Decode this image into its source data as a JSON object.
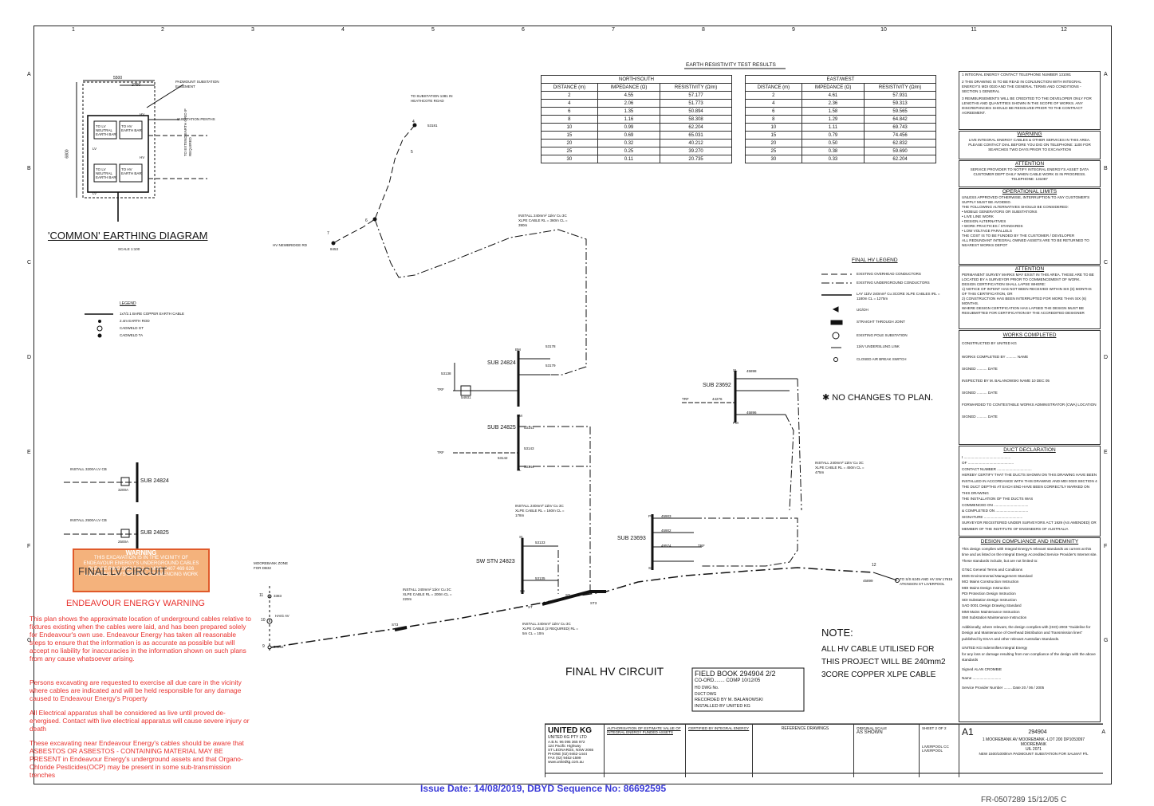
{
  "sheet": {
    "col_numbers": [
      "1",
      "2",
      "3",
      "4",
      "5",
      "6",
      "7",
      "8",
      "9",
      "10",
      "11",
      "12"
    ],
    "row_letters": [
      "A",
      "B",
      "C",
      "D",
      "E",
      "F",
      "G"
    ]
  },
  "earthing": {
    "title": "'COMMON' EARTHING DIAGRAM",
    "scale": "SCALE 1:100",
    "dim_top": "5500",
    "dim_mid": "2750",
    "dim_side": "6800",
    "padmount_label": "PADMOUNT SUBSTATION EASEMENT",
    "penths_label": "SUBSTATION PENTHS",
    "ext_label": "TO EXTEND EARTH GRID IF REQUIRED",
    "hv": "HV",
    "lv": "LV",
    "box_lv": "TO LV NEUTRAL EARTH BAR",
    "box_hv": "TO HV EARTH BAR"
  },
  "legend": {
    "title": "LEGEND",
    "items": [
      "1x7/2.1 BARE COPPER EARTH CABLE",
      "2.4m EARTH ROD",
      "CADWELD GT",
      "CADWELD TA"
    ]
  },
  "resistivity": {
    "title": "EARTH RESISTIVITY TEST RESULTS",
    "ns": {
      "heading": "NORTH/SOUTH",
      "cols": [
        "DISTANCE (m)",
        "IMPEDANCE (Ω)",
        "RESISTIVITY (Ω/m)"
      ],
      "rows": [
        [
          "2",
          "4.55",
          "57.177"
        ],
        [
          "4",
          "2.06",
          "51.773"
        ],
        [
          "6",
          "1.35",
          "50.894"
        ],
        [
          "8",
          "1.16",
          "58.308"
        ],
        [
          "10",
          "0.99",
          "62.204"
        ],
        [
          "15",
          "0.69",
          "65.031"
        ],
        [
          "20",
          "0.32",
          "40.212"
        ],
        [
          "25",
          "0.25",
          "39.270"
        ],
        [
          "30",
          "0.11",
          "20.735"
        ]
      ]
    },
    "ew": {
      "heading": "EAST/WEST",
      "cols": [
        "DISTANCE (m)",
        "IMPEDANCE (Ω)",
        "RESISTIVITY (Ω/m)"
      ],
      "rows": [
        [
          "2",
          "4.61",
          "57.931"
        ],
        [
          "4",
          "2.36",
          "59.313"
        ],
        [
          "6",
          "1.58",
          "59.565"
        ],
        [
          "8",
          "1.29",
          "64.842"
        ],
        [
          "10",
          "1.11",
          "69.743"
        ],
        [
          "15",
          "0.79",
          "74.456"
        ],
        [
          "20",
          "0.50",
          "62.832"
        ],
        [
          "25",
          "0.38",
          "59.690"
        ],
        [
          "30",
          "0.33",
          "62.204"
        ]
      ]
    }
  },
  "hv": {
    "title": "FINAL HV CIRCUIT",
    "legend_title": "FINAL HV LEGEND",
    "legend_items": [
      "EXISTING OVERHEAD CONDUCTORS",
      "EXISTING UNDERGROUND CONDUCTORS",
      "LAY 11kV 240mm² Cu 3CORE XLPE CABLES  IRL = 1180m   CL = 1275m",
      "UG/OH",
      "STRAIGHT THROUGH JOINT",
      "EXISTING POLE SUBSTATION",
      "11kV UNDERSLUNG LINK",
      "CLOSED AIR BREAK SWITCH"
    ],
    "to_sub": "TO SUBSTATION 1381 IN HEATHCOTE ROAD",
    "newbridge": "HV NEWBRIDGE RD",
    "install_1": "INSTALL 240mm² 11kV Cu 3C XLPE CABLE  RL = 360m   CL = 390m",
    "install_2": "INSTALL 240mm² 11kV Cu 3C XLPE CABLE  RL = 160m   CL = 178m",
    "install_3": "INSTALL 240mm² 11kV Cu 3C XLPE CABLE  RL = 450m   CL = 475m",
    "install_4": "INSTALL 240mm² 11kV Cu 3C XLPE CABLE  RL = 200m   CL = 220m",
    "install_5": "INSTALL 240mm² 11kV Cu 3C XLPE CABLE (2 REQUIRED)  RL = 5m   CL = 10m",
    "sub_24824": "SUB 24824",
    "sub_24825": "SUB 24825",
    "sub_23692": "SUB 23692",
    "sub_23693": "SUB 23693",
    "sw_stn": "SW STN 24823",
    "to_liverpool": "TO S/S 6245 AND HV SW 17615 ATKINSON ST LIVERPOOL",
    "moorebank": "MOOREBANK ZONE FOR DB32",
    "haig": "HAIG AV",
    "no_changes": "✱  NO CHANGES TO PLAN.",
    "note_title": "NOTE:",
    "note_lines": [
      "ALL HV CABLE UTILISED FOR",
      "THIS PROJECT WILL BE 240mm2",
      "3CORE COPPER XLPE CABLE"
    ],
    "labels": {
      "n53181": "53181",
      "n53178": "53178",
      "n53179": "53179",
      "n53138": "53138",
      "n54931": "54931",
      "n53141": "53141",
      "n53142": "53142",
      "n53143": "53143",
      "n53144": "53144",
      "n53133": "53133",
      "n53135": "53135",
      "n45898": "45898",
      "n45897": "45898",
      "n45896": "45896",
      "n44276": "44276",
      "n45903": "45903",
      "n45902": "45902",
      "n45899": "45899",
      "n49574": "49574",
      "n8453": "8453",
      "n3383": "3383",
      "n54982": "54982",
      "trf": "TRF",
      "pm": "PM",
      "sl": "SL",
      "ss": "SS",
      "st3": "ST3",
      "st": "ST",
      "bm": "BM",
      "nr6": "6",
      "nr7": "7",
      "nr4": "4",
      "nr5": "5",
      "nr12": "12",
      "nr11": "11",
      "nr10": "10",
      "nr9": "9"
    }
  },
  "lv": {
    "install_a": "INSTALL 3200A LV CB",
    "install_b": "INSTALL 2500A LV CB",
    "sub_24824": "SUB 24824",
    "sub_24825": "SUB 24825",
    "v3200": "3200A",
    "v2500": "2500A",
    "title": "FINAL LV CIRCUIT"
  },
  "warning_box": {
    "head": "WARNING",
    "lines": [
      "THIS EXCAVATION IS IN THE VICINITY OF",
      "ENDEAVOUR ENERGY'S UNDERGROUND CABLES",
      "PLEASE RING 0853 7421 or MOB: 0407 469 626",
      "4 WORKING DAYS BEFORE COMMENCING WORK"
    ]
  },
  "red": {
    "title": "ENDEAVOUR ENERGY WARNING",
    "p1": "This plan shows the approximate location of underground cables relative to fixtures existing when the cables were laid, and has been prepared solely for Endeavour's own use. Endeavour Energy has taken all reasonable steps to ensure that the information is as accurate as possible but will accept no liability for inaccuracies in the information shown on such plans from any cause whatsoever arising.",
    "p2": "Persons excavating are requested to exercise all due care in the vicinity where cables are indicated and will be held responsible for any damage caused to Endeavour Energy's Property",
    "p3": "All Electrical apparatus shall be considered as live until proved de-energised. Contact with live electrical apparatus will cause severe injury or death",
    "p4": "These excavating near Endeavour Energy's cables should be aware that ASBESTOS OR ASBESTOS - CONTAINING MATERIAL MAY BE PRESENT in Endeavour Energy's underground assets and that Organo-Chloride Pesticides(OCP) may be present in some sub-transmission trenches"
  },
  "field_book": {
    "line1": "FIELD BOOK 294904  2/2",
    "line2": "CO-ORD........  COMP 10/12/05",
    "line3": "HO DWG No.",
    "line4": "DUCT DWG",
    "line5": "RECORDED BY  M. BALANOWSKI",
    "line6": "INSTALLED BY  UNITED KG"
  },
  "panel": {
    "p1": [
      "1   INTEGRAL ENERGY CONTACT TELEPHONE NUMBER 131081",
      "2   THIS DRAWING IS TO BE READ IN CONJUNCTION WITH INTEGRAL ENERGY'S MDI 0020 AND THE GENERAL TERMS AND CONDITIONS - SECTION 1 GENERAL",
      "3   REIMBURSEMENTS WILL BE CREDITED TO THE DEVELOPER ONLY FOR LENGTHS AND QUANTITIES SHOWN IN THE SCOPE OF WORKS. ANY DISCREPANCIES SHOULD BE RESOLVED PRIOR TO THE CONTRACT AGREEMENT."
    ],
    "warning_head": "WARNING",
    "warning": "LIVE INTEGRAL ENERGY CABLES & OTHER SERVICES IN THIS AREA. PLEASE CONTACT DIAL BEFORE YOU DIG ON TELEPHONE: 1100 FOR SEARCHES TWO DAYS PRIOR TO EXCAVATION",
    "attention_head": "ATTENTION",
    "attention": "SERVICE PROVIDER TO NOTIFY INTEGRAL ENERGY'S ASSET DATA CUSTOMER DEPT DAILY WHEN CABLE WORK IS IN PROGRESS. TELEPHONE: 131087",
    "ops_head": "OPERATIONAL LIMITS",
    "ops": [
      "UNLESS APPROVED OTHERWISE, INTERRUPTION TO ANY CUSTOMER'S SUPPLY MUST BE AVOIDED.",
      "THE FOLLOWING ALTERNATIVES SHOULD BE CONSIDERED:",
      "  • MOBILE GENERATORS OR SUBSTATIONS",
      "  • LIVE LINE WORK",
      "  • DESIGN ALTERNATIVES",
      "  • WORK PRACTICES / STANDARDS",
      "  • LOW VOLTAGE PARALLELS",
      "THE COST IS TO BE FUNDED BY THE CUSTOMER / DEVELOPER",
      "ALL REDUNDANT INTEGRAL OWNED ASSETS ARE TO BE RETURNED TO NEAREST WORKS DEPOT"
    ],
    "att2_head": "ATTENTION",
    "att2": [
      "PERMANENT SURVEY MARKS MAY EXIST IN THIS AREA. THESE ARE TO BE LOCATED BY A SURVEYOR PRIOR TO COMMENCEMENT OF WORK.",
      "DESIGN CERTIFICATION SHALL LAPSE WHERE:",
      "1) NOTICE OF INTENT HAS NOT BEEN RECEIVED WITHIN SIX (6) MONTHS OF THIS CERTIFICATION, OR",
      "2) CONSTRUCTION HAS BEEN INTERRUPTED FOR MORE THAN SIX (6) MONTHS.",
      "WHERE DESIGN CERTIFICATION HAS LAPSED THE DESIGN MUST BE RESUBMITTED FOR CERTIFICATION BY THE ACCREDITED DESIGNER"
    ],
    "wc_head": "WORKS COMPLETED",
    "wc": [
      "CONSTRUCTED BY  UNITED KG",
      "WORKS COMPLETED BY ..........  NAME",
      "SIGNED ..........  DATE",
      "INSPECTED BY  M. BALANOWSKI   NAME   10 DEC 05",
      "SIGNED ..........  DATE",
      "FORWARDED TO CONTESTABLE WORKS ADMINISTRATOR (CWA) LOCATION",
      "SIGNED ..........  DATE"
    ],
    "duct_head": "DUCT DECLARATION",
    "duct": [
      "I ..............................................",
      "OF .............................................",
      "CONTACT NUMBER ..................................",
      "HEREBY CERTIFY THAT THE DUCTS SHOWN ON THIS DRAWING HAVE BEEN INSTALLED IN ACCORDANCE WITH THIS DRAWING AND MDI 0020 SECTION 4 THE DUCT DEPTHS AT EACH END HAVE BEEN CORRECTLY MARKED ON THIS DRAWING",
      "THE INSTALLATION OF THE DUCTS WAS",
      "COMMENCED ON ..................................",
      "& COMPLETED ON ................................",
      "SIGNATURE ......................................",
      "SURVEYOR REGISTERED UNDER SURVEYORS ACT 1929 (AS AMENDED) OR MEMBER OF THE INSTITUTE OF ENGINEERS OF AUSTRALIA"
    ],
    "dc_head": "DESIGN COMPLIANCE AND INDEMNITY",
    "dc": [
      "This design complies with Integral Energy's relevant standards as current at this time and as listed on the Integral Energy Accredited Service Provider's Internet site. These standards include, but are not limited to:",
      "GT&C      General Terms and Conditions",
      "EMS       Environmental Management Standard",
      "MCI       Mains Construction Instruction",
      "MDI       Mains Design Instruction",
      "PDI       Protection Design Instruction",
      "SDI       Substation Design Instruction",
      "SAD 0001  Design Drawing Standard",
      "MMI       Mains Maintenance Instruction",
      "SMI       Substation Maintenance Instruction",
      "Additionally, where relevant, the design complies with (ISO)-2003 \"Guideline for Design and Maintenance of Overhead Distribution and Transmission lines\" published by ESAA and other relevant Australian Standards.",
      "UNITED KG        Indemnifies Integral Energy",
      "for any loss or damage resulting from non compliance of the design with the above standards",
      "Signed  ALAN CROMBIE",
      "Name ............................",
      "Service Provider Number ........  Date  20 / 06 / 2005"
    ]
  },
  "titleblock": {
    "company": "UNITED KG",
    "company_sub": "UNITED KG PTY LTD",
    "address": [
      "A.B.N.  96 095 365 972",
      "124 Pacific Highway",
      "ST LEONARDS, NSW 2065",
      "PHONE (02) 9462-1444",
      "FAX (02) 9462-1599",
      "www.unitedkg.com.au"
    ],
    "auth": "AUTHORISATION OF ESTIMATE VALUE OF INTEGRAL ENERGY FUNDED ASSETS",
    "certified": "CERTIFIED BY INTEGRAL ENERGY",
    "ref": "REFERENCE DRAWINGS",
    "scale_label": "ORIGINAL SCALE",
    "scale": "AS SHOWN",
    "sheet": "SHEET  2  OF  2",
    "size": "A1",
    "dwg": "294904",
    "rev": "A",
    "address_line": "1 MOOREBANK AV MOOREBANK -LOT 200 DP1053097",
    "suburb": "MOOREBANK",
    "uil": "UIL 2071",
    "project": "NEW 1500/1000kVA PADMOUNT SUBSTATION FOR SALMAT P/L",
    "lga": "LIVERPOOL CC",
    "region": "LIVERPOOL"
  },
  "issue": "Issue Date:  14/08/2019,  DBYD Sequence No:  86692595",
  "footer_hand": "FR-0507289   15/12/05   C"
}
